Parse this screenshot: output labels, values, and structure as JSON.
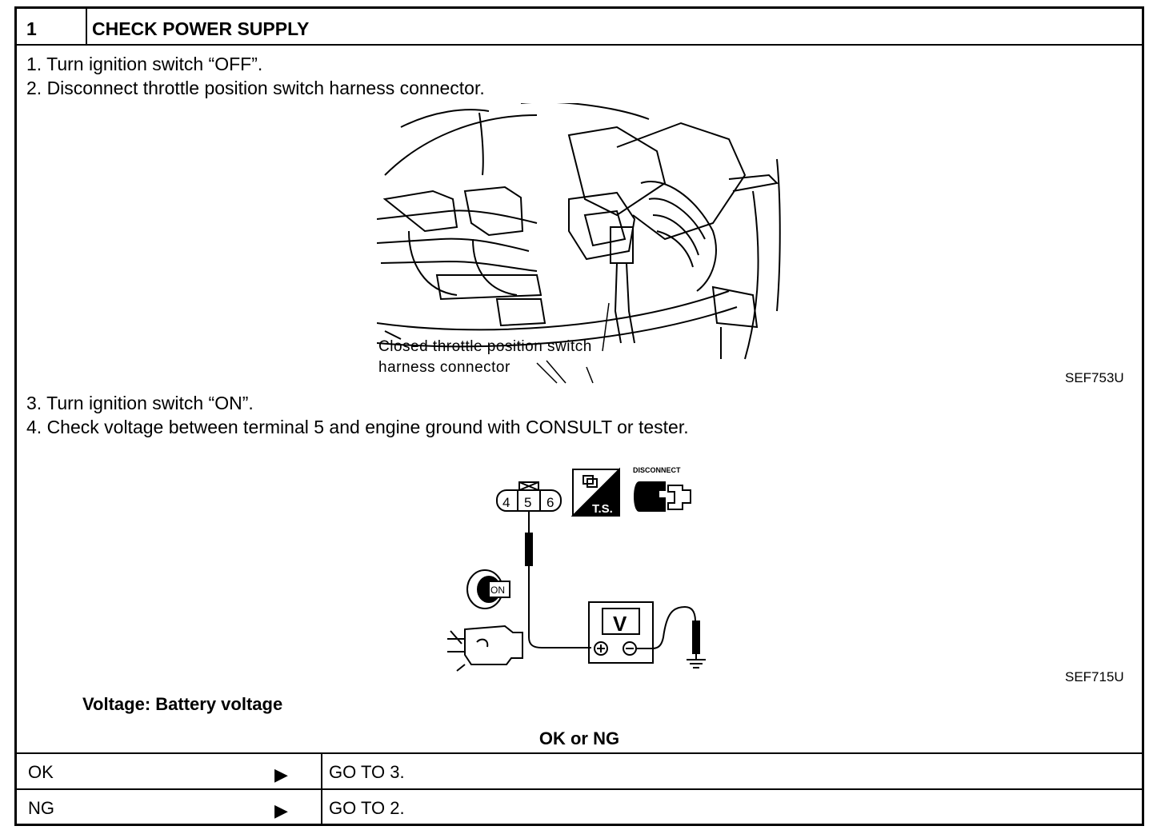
{
  "header": {
    "step_number": "1",
    "title": "CHECK POWER SUPPLY"
  },
  "steps": [
    "1.  Turn ignition switch “OFF”.",
    "2.  Disconnect throttle position switch harness connector.",
    "3.  Turn ignition switch “ON”.",
    "4.  Check voltage between terminal 5 and engine ground with CONSULT or tester."
  ],
  "figure1": {
    "caption_line1": "Closed throttle position switch",
    "caption_line2": "harness connector",
    "code": "SEF753U"
  },
  "figure2": {
    "connector_terminals": [
      "4",
      "5",
      "6"
    ],
    "ts_label": "T.S.",
    "disconnect_label": "DISCONNECT",
    "key_label": "ON",
    "meter_label": "V",
    "plus": "+",
    "minus": "−",
    "code": "SEF715U"
  },
  "spec": {
    "label": "Voltage: Battery voltage"
  },
  "result": {
    "heading": "OK or NG",
    "rows": [
      {
        "status": "OK",
        "action": "GO TO 3."
      },
      {
        "status": "NG",
        "action": "GO TO 2."
      }
    ]
  }
}
